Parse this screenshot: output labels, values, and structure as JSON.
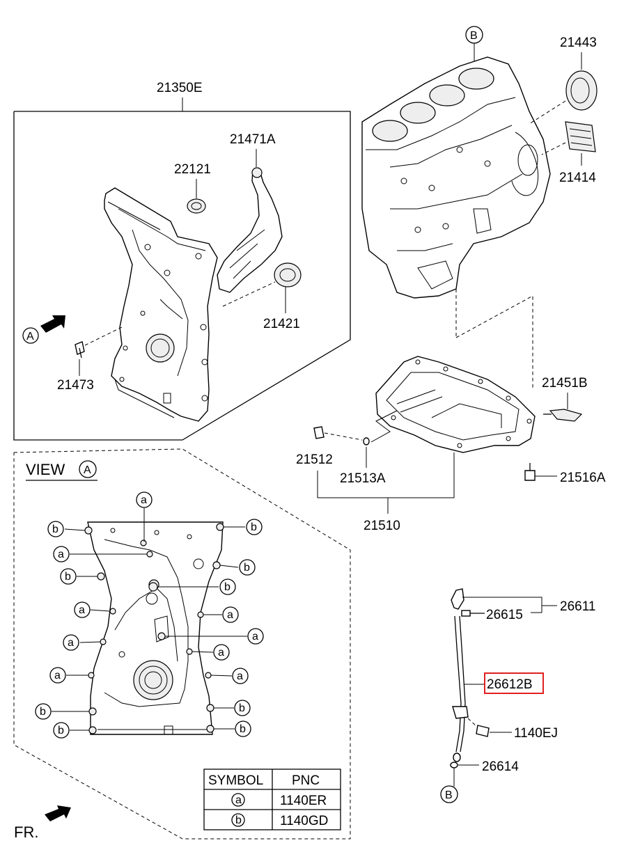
{
  "labels": {
    "p21350E": "21350E",
    "p21471A": "21471A",
    "p22121": "22121",
    "p21421": "21421",
    "p21473": "21473",
    "p21443": "21443",
    "p21414": "21414",
    "p21451B": "21451B",
    "p21512": "21512",
    "p21513A": "21513A",
    "p21516A": "21516A",
    "p21510": "21510",
    "p26611": "26611",
    "p26615": "26615",
    "p26612B": "26612B",
    "p1140EJ": "1140EJ",
    "p26614": "26614"
  },
  "markers": {
    "a": "a",
    "b": "b",
    "A": "A",
    "B": "B"
  },
  "view": {
    "text": "VIEW"
  },
  "front": {
    "text": "FR."
  },
  "table": {
    "headers": [
      "SYMBOL",
      "PNC"
    ],
    "rows": [
      {
        "symbol": "a",
        "pnc": "1140ER"
      },
      {
        "symbol": "b",
        "pnc": "1140GD"
      }
    ]
  },
  "highlight_color": "#e02020"
}
